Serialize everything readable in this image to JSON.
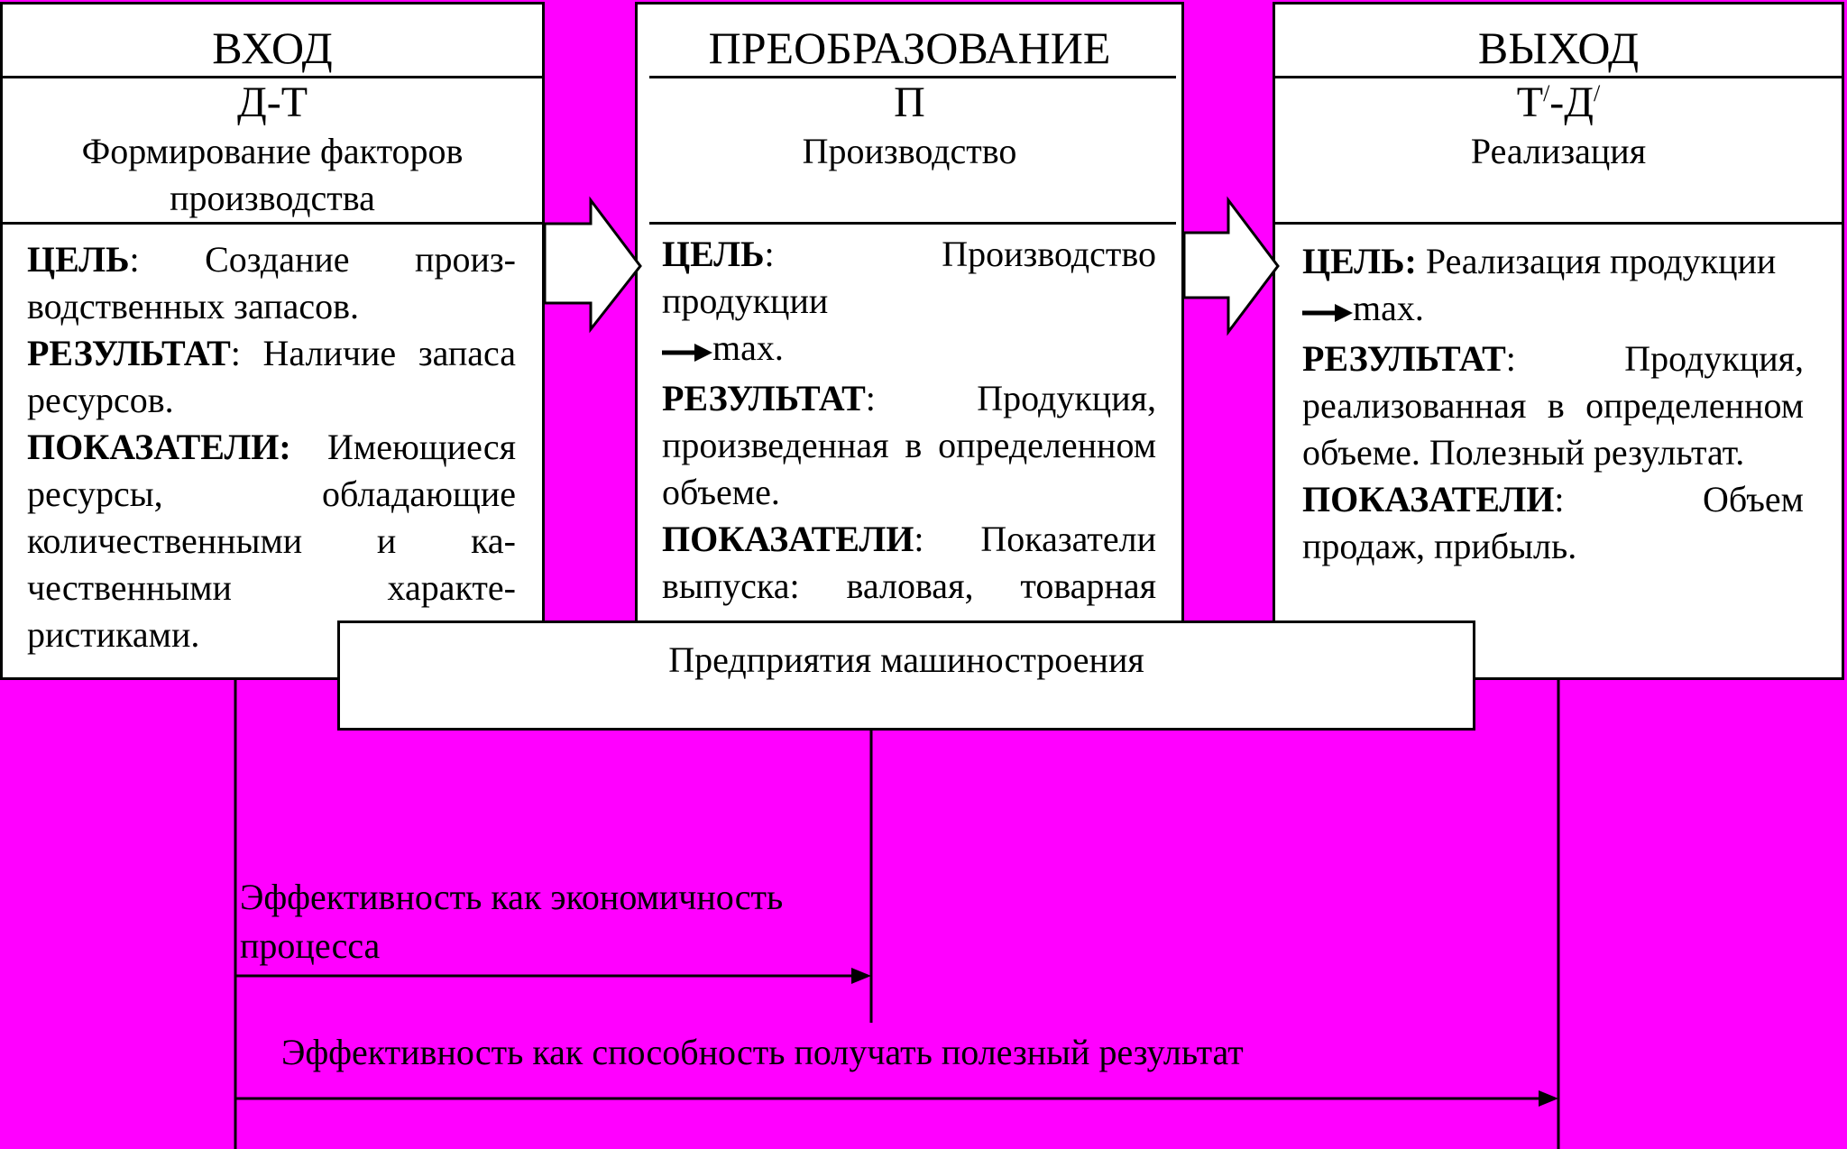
{
  "stages": [
    {
      "header": "ВХОД",
      "formula": "Д-Т",
      "description": [
        "Формирование факторов",
        "производства"
      ],
      "goal_label": "ЦЕЛЬ",
      "goal_text": ": Создание произ­водственных запасов.",
      "result_label": "РЕЗУЛЬТАТ",
      "result_text": ": Наличие запаса ресурсов.",
      "indicators_label": "ПОКАЗАТЕЛИ:",
      "indicators_text": "Имеющи­еся ресурсы, обладающие количественными и ка­чественными характе­ристиками."
    },
    {
      "header": "ПРЕОБРАЗОВАНИЕ",
      "formula": "П",
      "description": [
        "Производство"
      ],
      "goal_label": "ЦЕЛЬ",
      "goal_text": ": Производство продукции",
      "goal_suffix": "max.",
      "result_label": "РЕЗУЛЬТАТ",
      "result_text": ": Продукция, произведенная в опреде­ленном объеме.",
      "indicators_label": "ПОКАЗАТЕЛИ",
      "indicators_text": ": Показа­тели выпуска: валовая, то­варная продукция."
    },
    {
      "header": "ВЫХОД",
      "formula_main": "Т",
      "formula_prime": "/",
      "formula_dash": "-Д",
      "description": [
        "Реализация"
      ],
      "goal_label": "ЦЕЛЬ:",
      "goal_text": "Реализация про­дукции",
      "goal_suffix": "max.",
      "result_label": "РЕЗУЛЬТАТ",
      "result_text": ": Продукция, реализованная в определен­ном объеме. Полезный результат.",
      "indicators_label": "ПОКАЗАТЕЛИ",
      "indicators_text": ": Объем продаж, прибыль."
    }
  ],
  "center_box": "Предприятия машиностроения",
  "efficiency": {
    "economy": [
      "Эффективность как экономичность",
      "процесса"
    ],
    "useful": "Эффективность как способность получать полезный результат"
  },
  "colors": {
    "background": "#ff00ff",
    "box": "#ffffff",
    "stroke": "#000000"
  }
}
